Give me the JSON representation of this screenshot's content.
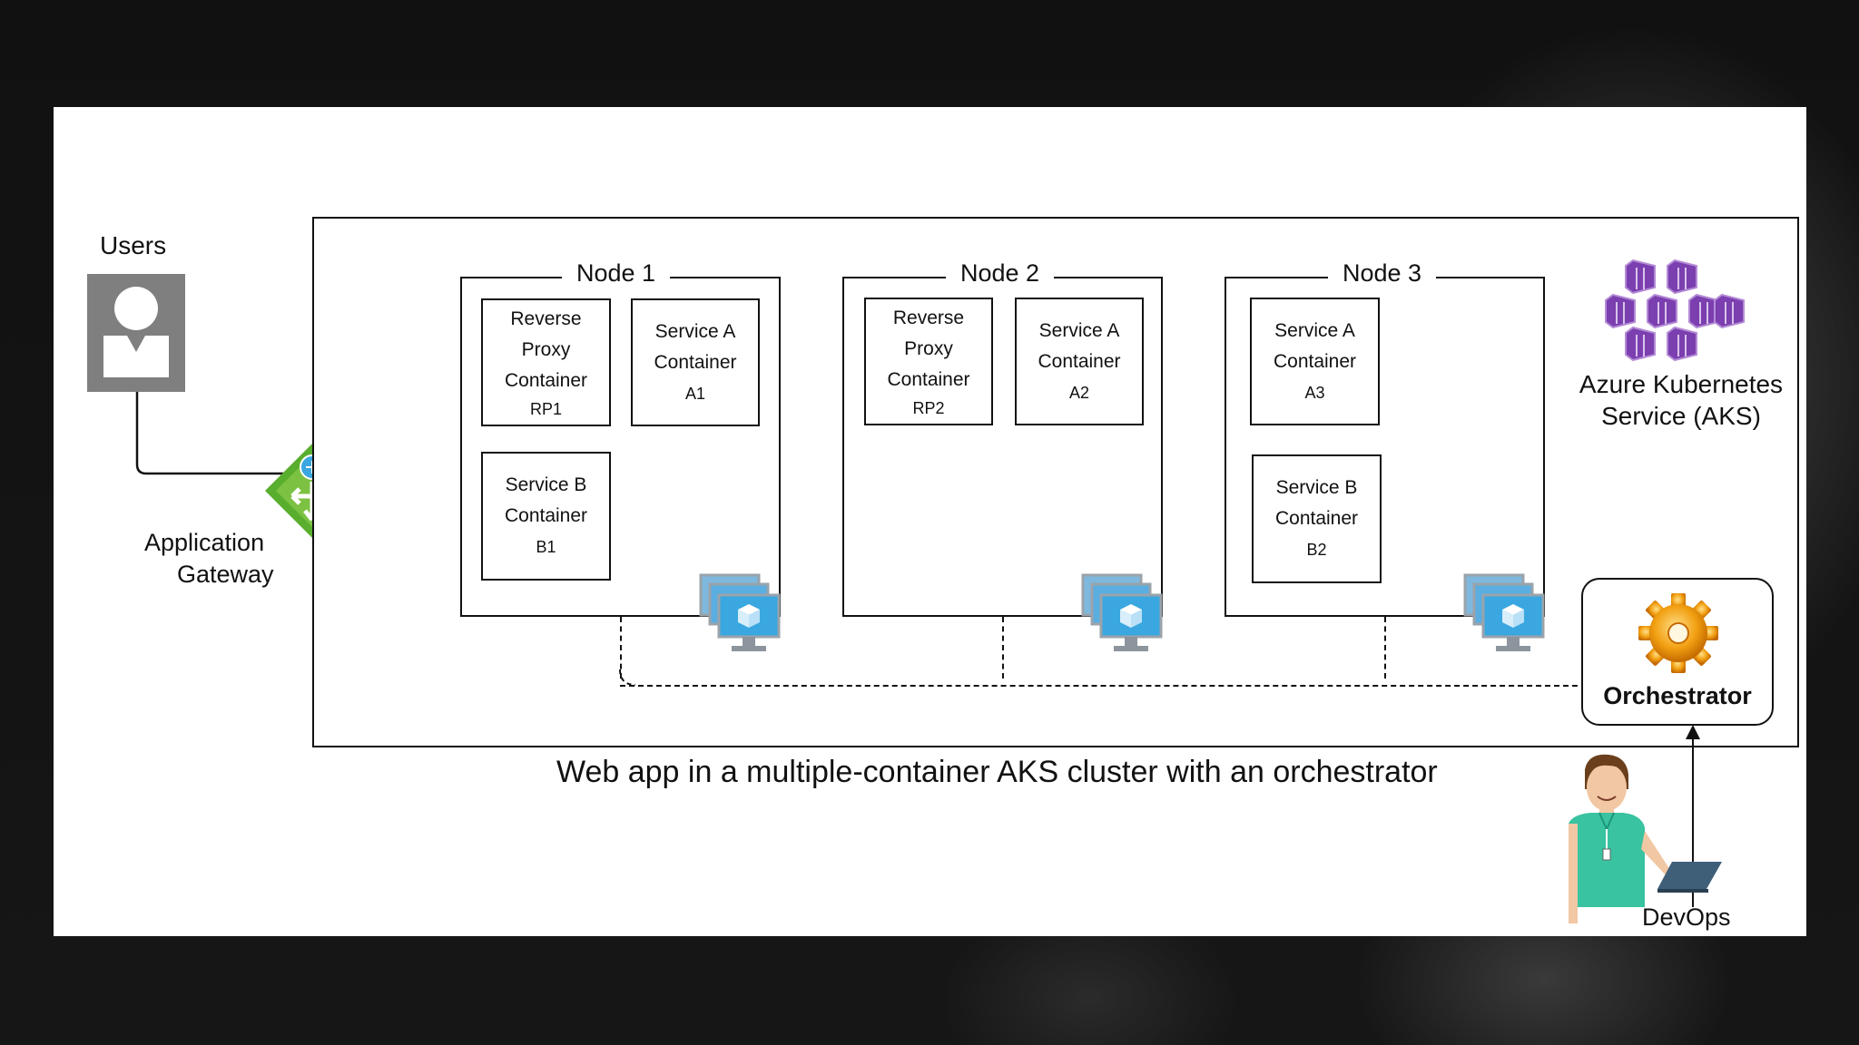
{
  "users": {
    "label": "Users"
  },
  "gateway": {
    "label_line1": "Application",
    "label_line2": "Gateway"
  },
  "nodes": [
    {
      "label": "Node 1",
      "containers": [
        {
          "lines": [
            "Reverse",
            "Proxy",
            "Container",
            "RP1"
          ]
        },
        {
          "lines": [
            "Service A",
            "Container",
            "A1"
          ]
        },
        {
          "lines": [
            "Service B",
            "Container",
            "B1"
          ]
        }
      ]
    },
    {
      "label": "Node 2",
      "containers": [
        {
          "lines": [
            "Reverse",
            "Proxy",
            "Container",
            "RP2"
          ]
        },
        {
          "lines": [
            "Service A",
            "Container",
            "A2"
          ]
        }
      ]
    },
    {
      "label": "Node 3",
      "containers": [
        {
          "lines": [
            "Service A",
            "Container",
            "A3"
          ]
        },
        {
          "lines": [
            "Service B",
            "Container",
            "B2"
          ]
        }
      ]
    }
  ],
  "aks": {
    "label_line1": "Azure Kubernetes",
    "label_line2": "Service (AKS)"
  },
  "orchestrator": {
    "label": "Orchestrator"
  },
  "caption": "Web app in a multiple-container AKS cluster with an orchestrator",
  "devops": {
    "label": "DevOps"
  },
  "colors": {
    "aks_purple": "#7b3fb0",
    "gateway_green": "#5aae2e",
    "vm_blue": "#3aa7e0",
    "gear_orange": "#f2a012",
    "user_gray": "#7f7f7f"
  },
  "icons": {
    "users": "user-icon",
    "gateway": "application-gateway-icon",
    "vm": "virtual-machine-icon",
    "aks": "kubernetes-service-icon",
    "orchestrator": "gear-icon",
    "devops": "devops-person-icon"
  }
}
